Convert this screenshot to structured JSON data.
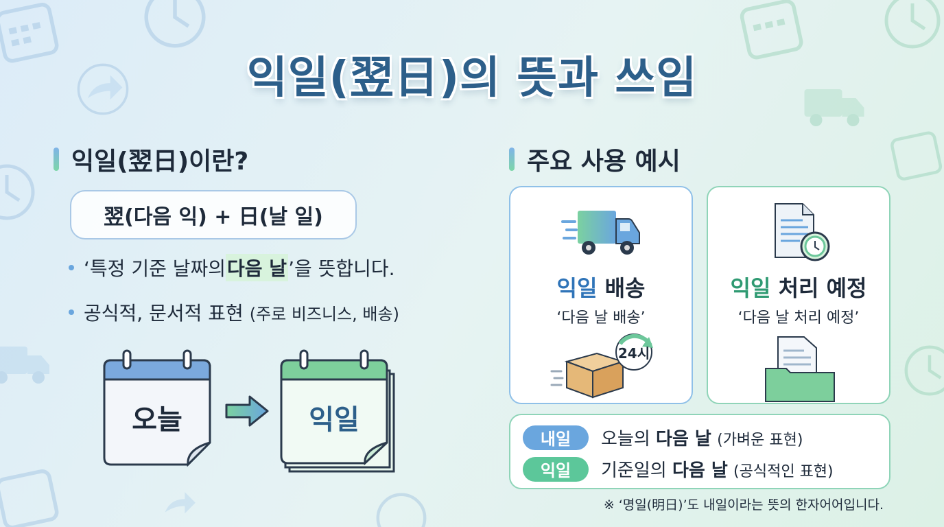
{
  "title": "익일(翌日)의 뜻과 쓰임",
  "left_section": {
    "heading": "익일(翌日)이란?",
    "formula": "翌(다음 익) + 日(날 일)",
    "bullet1_pre": "‘특정 기준 날짜의 ",
    "bullet1_hl": "다음 날",
    "bullet1_post": "’을 뜻합니다.",
    "bullet2_main": "공식적, 문서적 표현",
    "bullet2_note": "(주로 비즈니스, 배송)",
    "calendar_today": "오늘",
    "calendar_next": "익일"
  },
  "right_section": {
    "heading": "주요 사용 예시",
    "card1": {
      "title_a": "익일",
      "title_b": " 배송",
      "sub": "‘다음 날 배송’",
      "badge": "24시"
    },
    "card2": {
      "title_a": "익일",
      "title_b": " 처리 예정",
      "sub": "‘다음 날 처리 예정’"
    },
    "compare": [
      {
        "pill": "내일",
        "pre": "오늘의 ",
        "bold": "다음 날",
        "note": "(가벼운 표현)"
      },
      {
        "pill": "익일",
        "pre": "기준일의 ",
        "bold": "다음 날",
        "note": "(공식적인 표현)"
      }
    ],
    "footnote": "※ ‘명일(明日)’도 내일이라는 뜻의 한자어어입니다."
  },
  "colors": {
    "title": "#2d5f8a",
    "blue_accent": "#6aa6de",
    "green_accent": "#5cc79a",
    "highlight": "#d8f3dd"
  },
  "icons": [
    "calendar-icon",
    "clock-icon",
    "share-arrow-icon",
    "truck-icon",
    "document-clock-icon",
    "box-icon",
    "folder-icon"
  ]
}
